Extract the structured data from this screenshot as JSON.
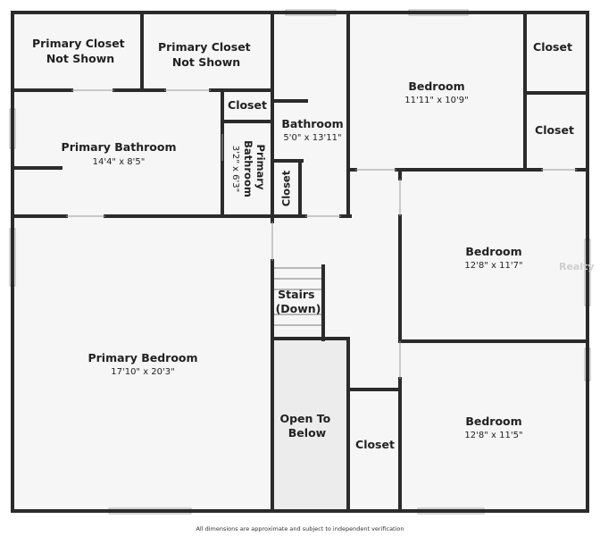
{
  "rooms": {
    "closet_nw_1": {
      "name": "Primary Closet\nNot Shown",
      "dims": ""
    },
    "closet_nw_2": {
      "name": "Primary Closet\nNot Shown",
      "dims": ""
    },
    "primary_bathroom": {
      "name": "Primary Bathroom",
      "dims": "14'4\" x 8'5\""
    },
    "small_closet_top": {
      "name": "Closet",
      "dims": ""
    },
    "primary_bathroom_small": {
      "name": "Primary\nBathroom",
      "dims": "3'2\" x 6'3\""
    },
    "bathroom": {
      "name": "Bathroom",
      "dims": "5'0\" x 13'11\""
    },
    "closet_vertical": {
      "name": "Closet",
      "dims": ""
    },
    "bedroom_ne": {
      "name": "Bedroom",
      "dims": "11'11\" x 10'9\""
    },
    "closet_ne_1": {
      "name": "Closet",
      "dims": ""
    },
    "closet_ne_2": {
      "name": "Closet",
      "dims": ""
    },
    "bedroom_e_mid": {
      "name": "Bedroom",
      "dims": "12'8\" x 11'7\""
    },
    "stairs": {
      "name": "Stairs\n(Down)",
      "dims": ""
    },
    "primary_bedroom": {
      "name": "Primary Bedroom",
      "dims": "17'10\" x 20'3\""
    },
    "open_to_below": {
      "name": "Open To\nBelow",
      "dims": ""
    },
    "closet_bottom": {
      "name": "Closet",
      "dims": ""
    },
    "bedroom_se": {
      "name": "Bedroom",
      "dims": "12'8\" x 11'5\""
    }
  },
  "colors": {
    "wall": "#2b2b2b",
    "floor": "#f6f6f6",
    "open_floor": "#ececec",
    "window": "#ffffff"
  },
  "disclaimer": "All dimensions are approximate and subject to independent verification",
  "watermark": "Realty"
}
